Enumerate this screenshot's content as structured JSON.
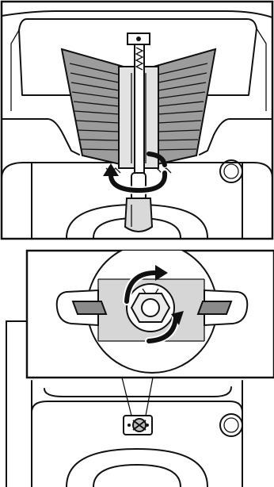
{
  "figure": {
    "panels": [
      {
        "id": "top",
        "subject": "filter-basket-removal"
      },
      {
        "id": "bottom",
        "subject": "drain-valve-detail"
      }
    ],
    "colors": {
      "ink": "#111111",
      "basket_fill": "#9c9c9c",
      "detail_fill": "#d6d6d6",
      "wing_fill": "#8a8a8a",
      "paper": "#ffffff"
    },
    "icons": [
      "rotate-counterclockwise-arrow-icon",
      "rotate-clockwise-arrow-icon"
    ]
  }
}
